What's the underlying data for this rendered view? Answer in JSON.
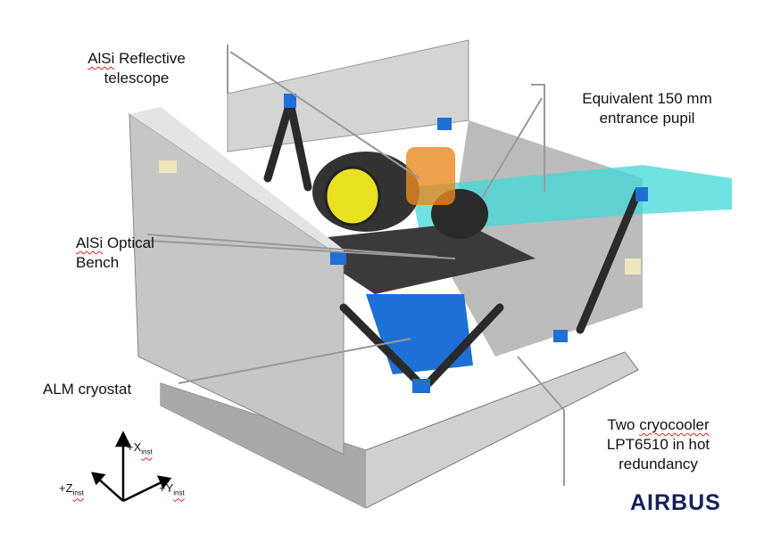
{
  "labels": {
    "telescope": {
      "word1": "AlSi",
      "rest": " Reflective",
      "line2": "telescope"
    },
    "pupil": {
      "line1": "Equivalent 150 mm",
      "line2": "entrance pupil"
    },
    "bench": {
      "word1": "AlSi",
      "rest": " Optical",
      "line2": "Bench"
    },
    "cryostat": "ALM cryostat",
    "cryocooler": {
      "word1": "Two ",
      "word2": "cryocooler",
      "line2": "LPT6510 in hot",
      "line3": "redundancy"
    }
  },
  "axes": {
    "x": {
      "prefix": "+X",
      "sub": "inst"
    },
    "y": {
      "prefix": "+Y",
      "sub": "inst"
    },
    "z": {
      "prefix": "+Z",
      "sub": "inst"
    }
  },
  "logo": "AIRBUS",
  "colors": {
    "logo": "#15205a",
    "mount": "#1e6fd6",
    "mirror": "#e8e020",
    "beam": "#40d8d8",
    "panel": "#c8c8c8"
  }
}
